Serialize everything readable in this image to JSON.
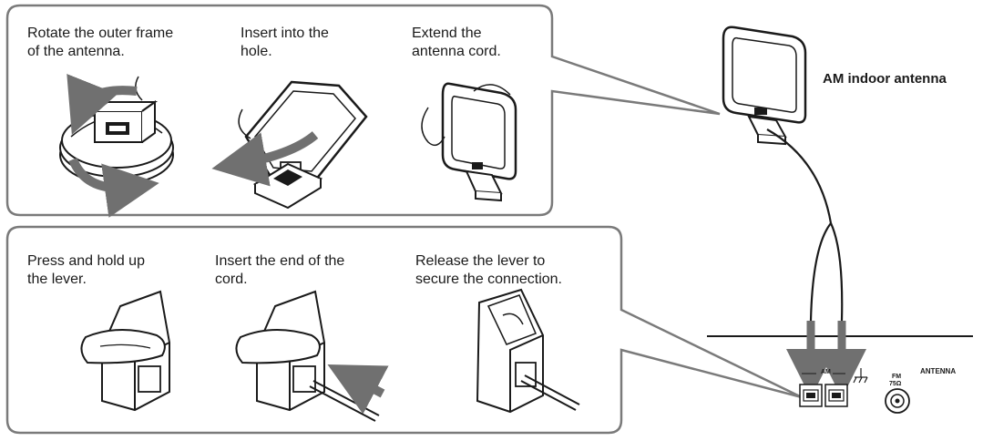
{
  "top_panel": {
    "steps": [
      {
        "line1": "Rotate the outer frame",
        "line2": "of the antenna."
      },
      {
        "line1": "Insert into the",
        "line2": "hole."
      },
      {
        "line1": "Extend the",
        "line2": "antenna cord."
      }
    ]
  },
  "bottom_panel": {
    "steps": [
      {
        "line1": "Press and hold up",
        "line2": "the lever."
      },
      {
        "line1": "Insert the end of the",
        "line2": "cord."
      },
      {
        "line1": "Release the lever to",
        "line2": "secure the connection."
      }
    ]
  },
  "antenna_label": "AM indoor antenna",
  "panel_labels": {
    "am": "AM",
    "fm": "FM",
    "fm_impedance": "75Ω",
    "antenna": "ANTENNA"
  }
}
